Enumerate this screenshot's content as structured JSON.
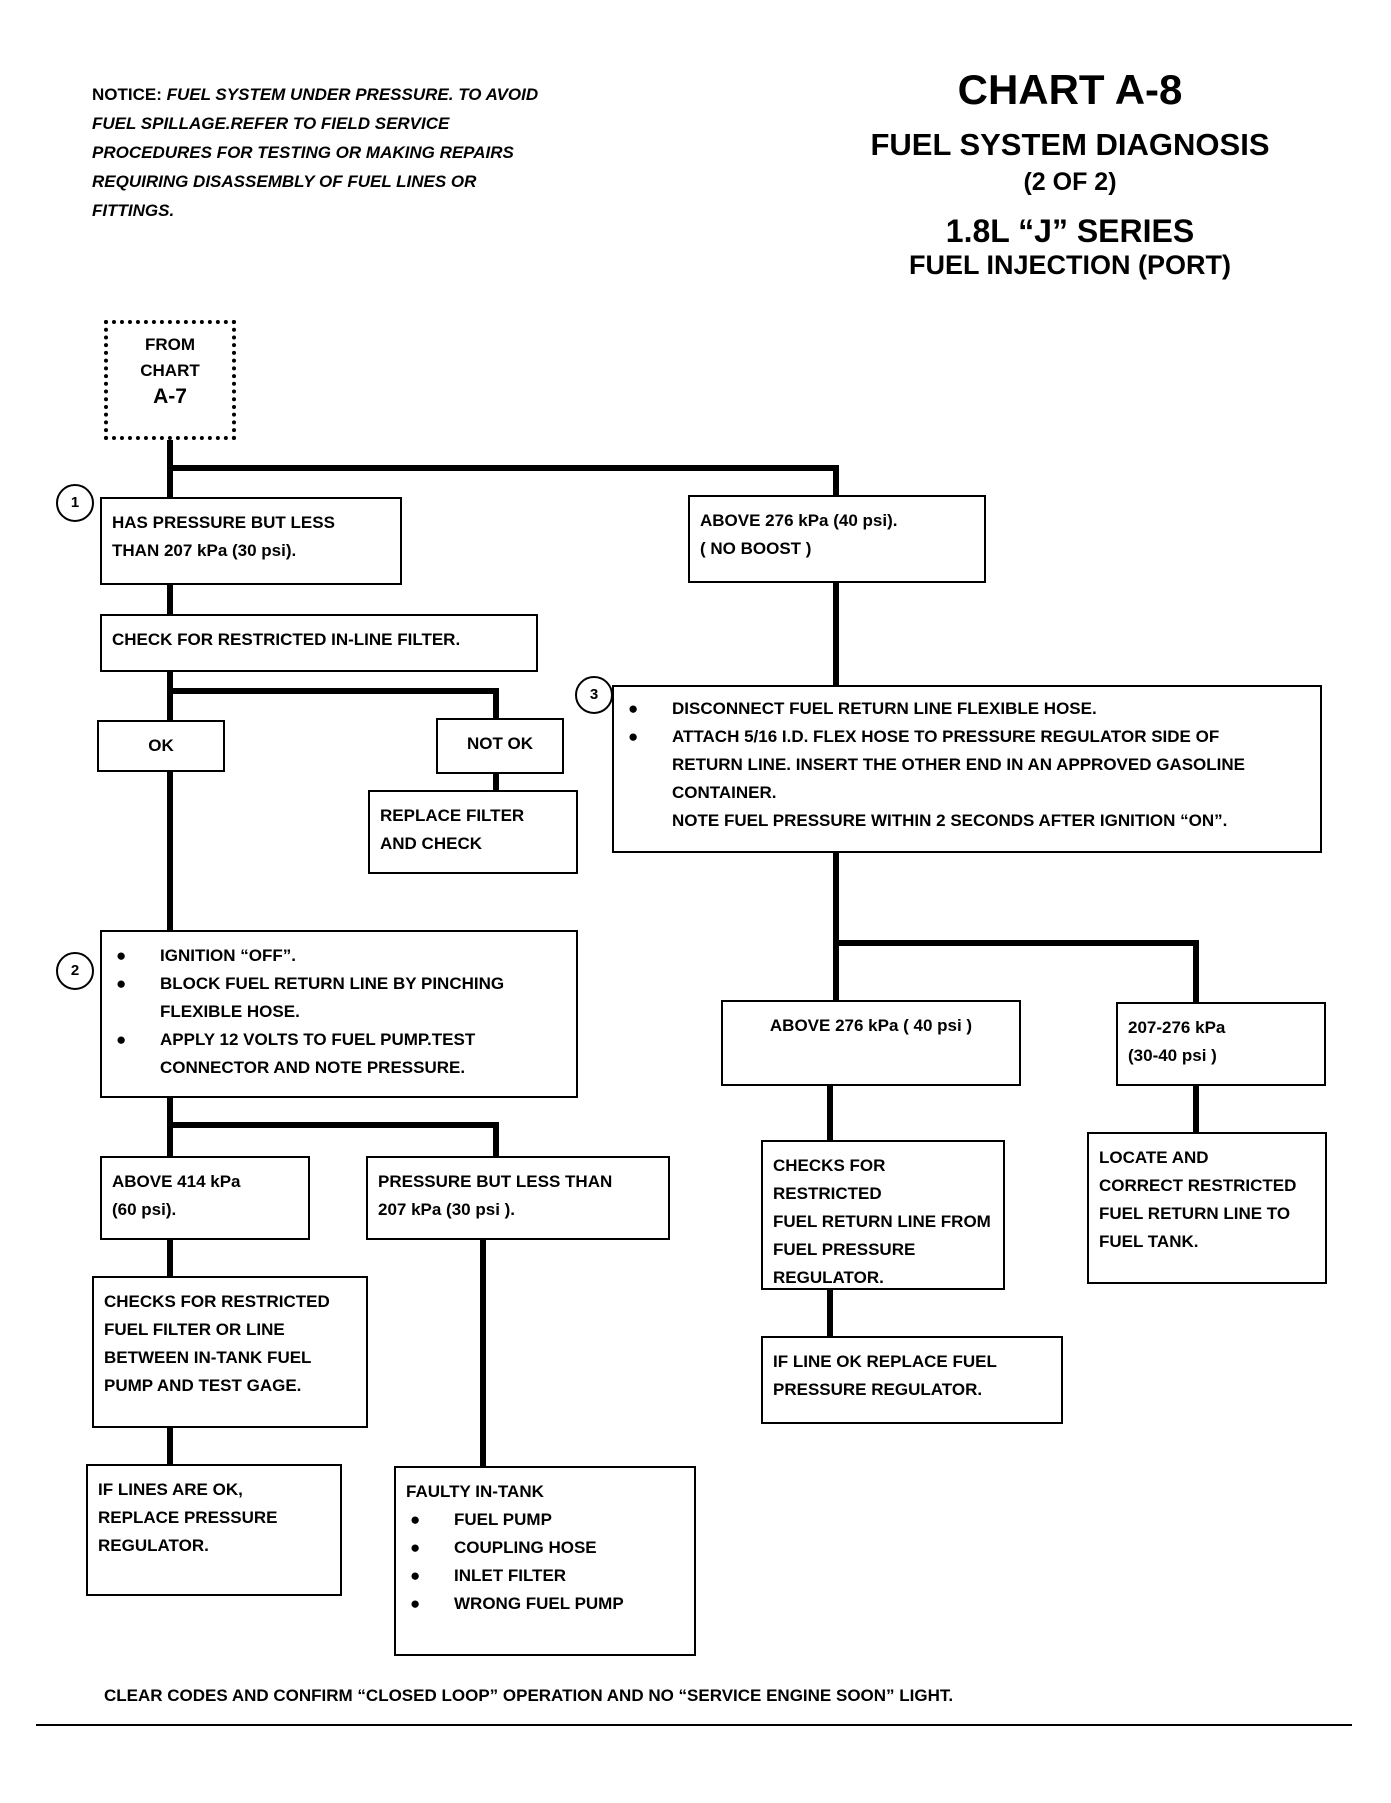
{
  "notice": {
    "lead": "NOTICE:",
    "body": "FUEL SYSTEM UNDER PRESSURE. TO AVOID FUEL SPILLAGE.REFER TO FIELD SERVICE PROCEDURES FOR TESTING OR MAKING REPAIRS REQUIRING DISASSEMBLY OF FUEL LINES OR FITTINGS."
  },
  "header": {
    "title": "CHART A-8",
    "subtitle": "FUEL SYSTEM DIAGNOSIS",
    "part": "(2 OF 2)",
    "series": "1.8L “J” SERIES",
    "injection": "FUEL INJECTION (PORT)"
  },
  "start": {
    "line1": "FROM",
    "line2": "CHART",
    "line3": "A-7"
  },
  "steps": {
    "s1": "1",
    "s2": "2",
    "s3": "3"
  },
  "boxes": {
    "less_than_207": [
      "HAS PRESSURE BUT LESS",
      "THAN 207 kPa (30 psi)."
    ],
    "above_276_noboost": [
      "ABOVE 276 kPa (40 psi).",
      "( NO BOOST )"
    ],
    "check_filter": "CHECK FOR RESTRICTED IN-LINE FILTER.",
    "ok": "OK",
    "not_ok": "NOT OK",
    "replace_filter": [
      "REPLACE FILTER",
      "AND CHECK"
    ],
    "step3": {
      "bullet": "●",
      "item1": "DISCONNECT FUEL RETURN LINE FLEXIBLE HOSE.",
      "item2a": "ATTACH 5/16 I.D. FLEX HOSE TO PRESSURE REGULATOR SIDE OF",
      "item2b": "RETURN LINE. INSERT THE OTHER END IN AN APPROVED GASOLINE",
      "item2c": "CONTAINER.",
      "note": "NOTE FUEL PRESSURE WITHIN 2 SECONDS AFTER IGNITION “ON”."
    },
    "step2": {
      "bullet": "●",
      "item1": "IGNITION “OFF”.",
      "item2a": "BLOCK FUEL RETURN LINE BY PINCHING",
      "item2b": "FLEXIBLE HOSE.",
      "item3a": "APPLY 12 VOLTS TO FUEL PUMP.TEST",
      "item3b": "CONNECTOR AND NOTE PRESSURE."
    },
    "above_276": "ABOVE 276 kPa ( 40 psi )",
    "range_207_276": [
      "207-276 kPa",
      "(30-40 psi )"
    ],
    "above_414": [
      "ABOVE 414 kPa",
      "(60 psi)."
    ],
    "pressure_less_207": [
      "PRESSURE BUT LESS THAN",
      "207 kPa (30 psi )."
    ],
    "checks_return_line": [
      "CHECKS FOR RESTRICTED",
      "FUEL RETURN LINE FROM",
      "FUEL PRESSURE",
      "REGULATOR."
    ],
    "locate_correct": [
      "LOCATE AND",
      "CORRECT RESTRICTED",
      "FUEL RETURN LINE TO",
      "FUEL TANK."
    ],
    "checks_filter_line": [
      "CHECKS FOR RESTRICTED",
      "FUEL FILTER OR LINE",
      "BETWEEN IN-TANK FUEL",
      "PUMP AND TEST GAGE."
    ],
    "if_line_ok": [
      "IF LINE OK REPLACE FUEL",
      "PRESSURE REGULATOR."
    ],
    "if_lines_ok": [
      "IF LINES ARE OK,",
      "REPLACE PRESSURE",
      "REGULATOR."
    ],
    "faulty": {
      "title": "FAULTY IN-TANK",
      "bullet": "●",
      "items": [
        "FUEL PUMP",
        "COUPLING HOSE",
        "INLET FILTER",
        "WRONG FUEL PUMP"
      ]
    }
  },
  "footer": "CLEAR CODES AND CONFIRM “CLOSED LOOP” OPERATION AND NO “SERVICE ENGINE SOON” LIGHT."
}
